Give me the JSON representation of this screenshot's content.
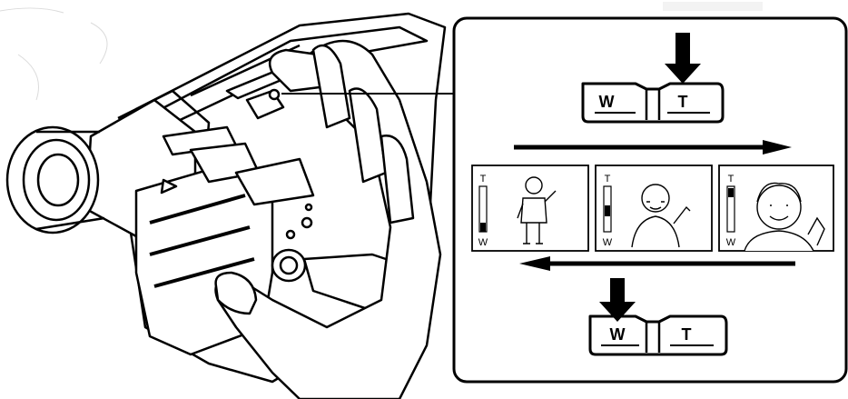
{
  "zoom_button_top": {
    "wide_label": "W",
    "tele_label": "T",
    "pressed": "T"
  },
  "zoom_button_bottom": {
    "wide_label": "W",
    "tele_label": "T",
    "pressed": "W"
  },
  "frames": [
    {
      "scale_top": "T",
      "scale_bottom": "W",
      "zoom_level": 0.2
    },
    {
      "scale_top": "T",
      "scale_bottom": "W",
      "zoom_level": 0.55
    },
    {
      "scale_top": "T",
      "scale_bottom": "W",
      "zoom_level": 0.9
    }
  ],
  "colors": {
    "ink": "#000000",
    "background": "#ffffff"
  }
}
